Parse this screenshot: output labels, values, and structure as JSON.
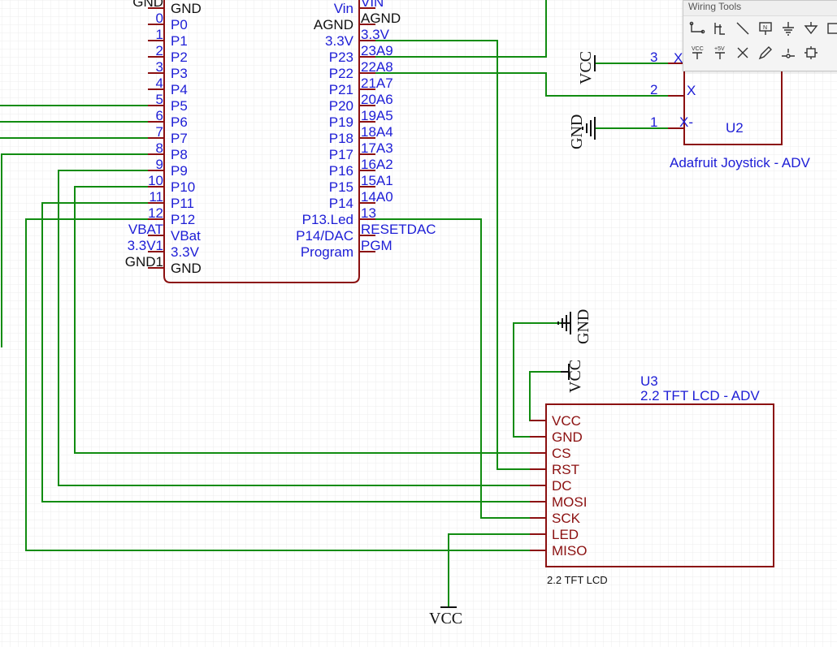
{
  "toolbar": {
    "title": "Wiring Tools",
    "row1": [
      "wire",
      "bus",
      "bus-entry",
      "net-label",
      "netflag-gnd",
      "netflag-gnd-alt",
      "netport"
    ],
    "row2": [
      "VCC",
      "+5V",
      "no-connect",
      "probe",
      "voltage-probe",
      "pin"
    ],
    "row2_labels": {
      "vcc": "VCC",
      "plus5v": "+5V"
    }
  },
  "teensy": {
    "left_pins": [
      {
        "num": "GND",
        "label": "GND"
      },
      {
        "num": "0",
        "label": "P0"
      },
      {
        "num": "1",
        "label": "P1"
      },
      {
        "num": "2",
        "label": "P2"
      },
      {
        "num": "3",
        "label": "P3"
      },
      {
        "num": "4",
        "label": "P4"
      },
      {
        "num": "5",
        "label": "P5"
      },
      {
        "num": "6",
        "label": "P6"
      },
      {
        "num": "7",
        "label": "P7"
      },
      {
        "num": "8",
        "label": "P8"
      },
      {
        "num": "9",
        "label": "P9"
      },
      {
        "num": "10",
        "label": "P10"
      },
      {
        "num": "11",
        "label": "P11"
      },
      {
        "num": "12",
        "label": "P12"
      },
      {
        "num": "VBAT",
        "label": "VBat"
      },
      {
        "num": "3.3V1",
        "label": "3.3V"
      },
      {
        "num": "GND1",
        "label": "GND"
      }
    ],
    "right_pins": [
      {
        "num": "VIN",
        "label": "Vin"
      },
      {
        "num": "AGND",
        "label": "AGND"
      },
      {
        "num": "3.3V",
        "label": "3.3V"
      },
      {
        "num": "23A9",
        "label": "P23"
      },
      {
        "num": "22A8",
        "label": "P22"
      },
      {
        "num": "21A7",
        "label": "P21"
      },
      {
        "num": "20A6",
        "label": "P20"
      },
      {
        "num": "19A5",
        "label": "P19"
      },
      {
        "num": "18A4",
        "label": "P18"
      },
      {
        "num": "17A3",
        "label": "P17"
      },
      {
        "num": "16A2",
        "label": "P16"
      },
      {
        "num": "15A1",
        "label": "P15"
      },
      {
        "num": "14A0",
        "label": "P14"
      },
      {
        "num": "13",
        "label": "P13.Led"
      },
      {
        "num": "RESETDAC",
        "label": "P14/DAC"
      },
      {
        "num": "PGM",
        "label": "Program"
      }
    ]
  },
  "joystick": {
    "ref": "U2",
    "name": "Adafruit Joystick - ADV",
    "pins": [
      {
        "num": "3",
        "label": "X"
      },
      {
        "num": "2",
        "label": "X"
      },
      {
        "num": "1",
        "label": "X-"
      }
    ],
    "vcc_label": "VCC",
    "gnd_label": "GND"
  },
  "lcd": {
    "ref": "U3",
    "name": "2.2 TFT LCD - ADV",
    "footprint": "2.2 TFT LCD",
    "pins": [
      "VCC",
      "GND",
      "CS",
      "RST",
      "DC",
      "MOSI",
      "SCK",
      "LED",
      "MISO"
    ]
  },
  "power": {
    "gnd": "GND",
    "vcc": "VCC",
    "vcc_bottom": "VCC"
  }
}
